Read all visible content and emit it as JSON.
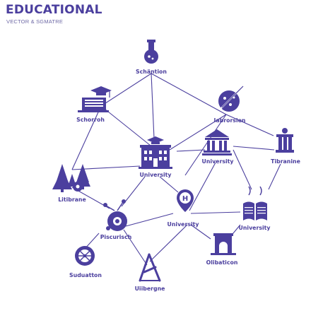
{
  "header": {
    "title": "EDUCATIONAL",
    "subtitle": "VECTOR & SGMATRE"
  },
  "colors": {
    "primary": "#4b3f9e",
    "line": "#4b3f9e",
    "background": "#ffffff"
  },
  "nodes": [
    {
      "id": "schantion",
      "label": "Schäntion",
      "icon": "flask-icon"
    },
    {
      "id": "schorroh",
      "label": "Schorroh",
      "icon": "graduation-cap-book-icon"
    },
    {
      "id": "iabrorsien",
      "label": "Iabrorsien",
      "icon": "globe-quill-icon"
    },
    {
      "id": "university-main",
      "label": "University",
      "icon": "school-building-icon"
    },
    {
      "id": "university-bank",
      "label": "University",
      "icon": "bank-building-icon"
    },
    {
      "id": "tibranine",
      "label": "Tibranine",
      "icon": "column-monument-icon"
    },
    {
      "id": "litibrane",
      "label": "Litibrane",
      "icon": "forest-gear-icon"
    },
    {
      "id": "university-pin",
      "label": "University",
      "icon": "location-pin-h-icon"
    },
    {
      "id": "university-book",
      "label": "University",
      "icon": "open-book-icon"
    },
    {
      "id": "piscurisch",
      "label": "Piscurisch",
      "icon": "molecule-flask-icon"
    },
    {
      "id": "olibaticon",
      "label": "Olibaticon",
      "icon": "arch-gate-icon"
    },
    {
      "id": "suduatton",
      "label": "Suduatton",
      "icon": "network-globe-icon"
    },
    {
      "id": "uiibergne",
      "label": "Uiibergne",
      "icon": "easel-compass-icon"
    }
  ]
}
